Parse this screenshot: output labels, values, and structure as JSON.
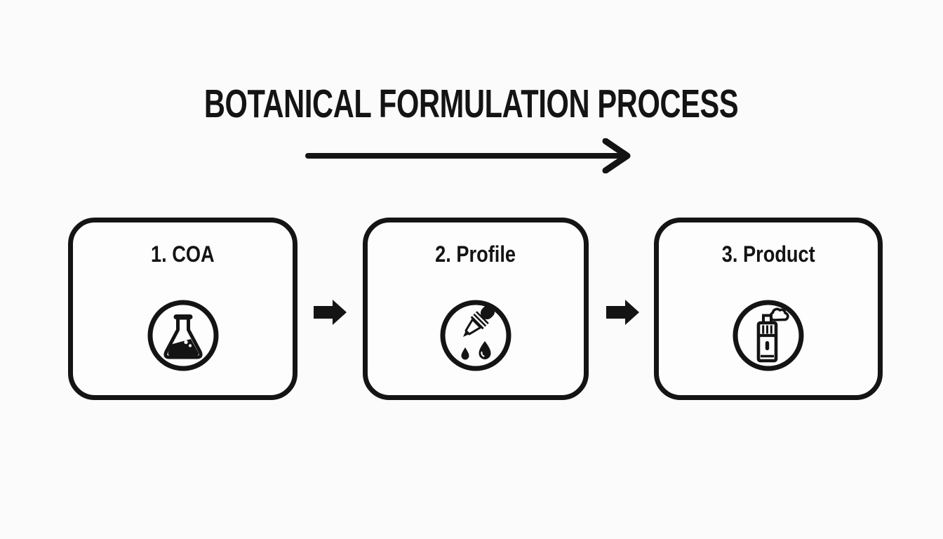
{
  "diagram": {
    "title": "BOTANICAL FORMULATION PROCESS",
    "direction_arrow": "left-to-right",
    "steps": [
      {
        "label": "1. COA",
        "icon": "flask-icon"
      },
      {
        "label": "2. Profile",
        "icon": "dropper-icon"
      },
      {
        "label": "3. Product",
        "icon": "vape-device-icon"
      }
    ],
    "colors": {
      "ink": "#141414",
      "background": "#fbfbfb",
      "box_fill": "#fdfdfd"
    }
  }
}
